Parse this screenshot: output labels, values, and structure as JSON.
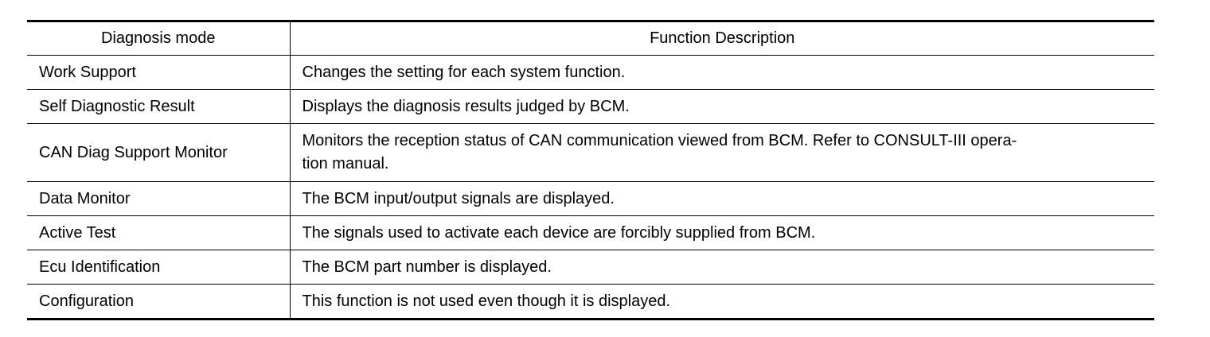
{
  "table": {
    "headers": [
      "Diagnosis mode",
      "Function Description"
    ],
    "rows": [
      {
        "mode": "Work Support",
        "description": "Changes the setting for each system function."
      },
      {
        "mode": "Self Diagnostic Result",
        "description": "Displays the diagnosis results judged by BCM."
      },
      {
        "mode": "CAN Diag Support Monitor",
        "description": "Monitors the reception status of CAN communication viewed from BCM. Refer to CONSULT-III opera-",
        "description_cont": "tion manual."
      },
      {
        "mode": "Data Monitor",
        "description": "The BCM input/output signals are displayed."
      },
      {
        "mode": "Active Test",
        "description": "The signals used to activate each device are forcibly supplied from BCM."
      },
      {
        "mode": "Ecu Identification",
        "description": "The BCM part number is displayed."
      },
      {
        "mode": "Configuration",
        "description": "This function is not used even though it is displayed."
      }
    ]
  }
}
